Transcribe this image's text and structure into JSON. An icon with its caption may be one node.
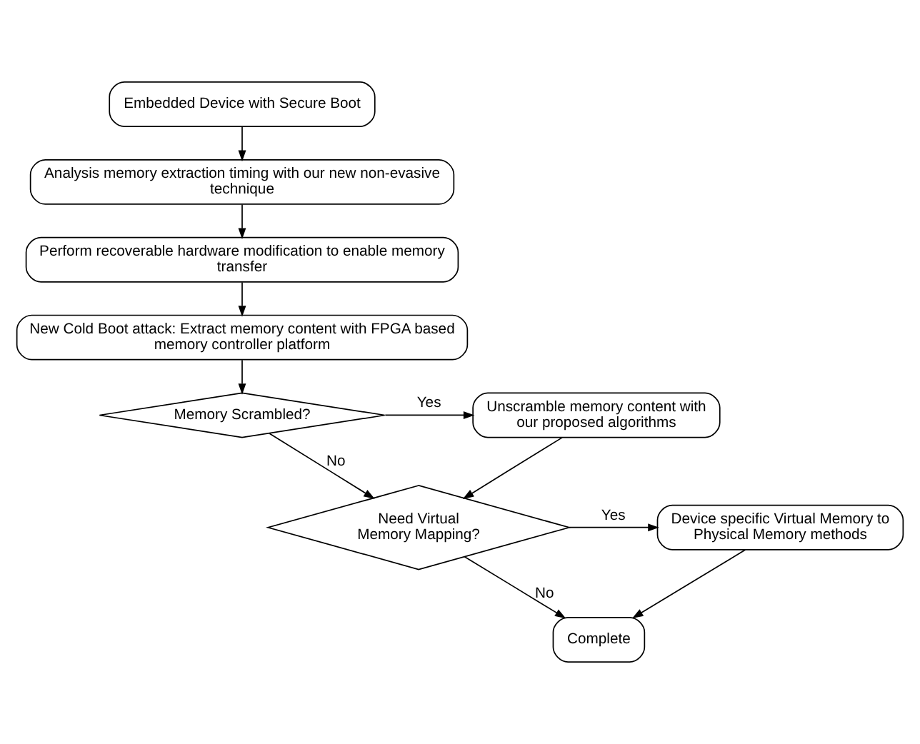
{
  "diagram": {
    "nodes": [
      {
        "text": [
          "Embedded Device with Secure Boot"
        ]
      },
      {
        "text": [
          "Analysis memory extraction timing with our new non-evasive technique"
        ]
      },
      {
        "text": [
          "Perform recoverable hardware modification to enable memory transfer"
        ]
      },
      {
        "text": [
          "New Cold Boot attack: Extract memory content with FPGA based memory controller platform"
        ]
      },
      {
        "text": [
          "Memory Scrambled?"
        ]
      },
      {
        "text": [
          "Unscramble memory content with our proposed algorithms"
        ]
      },
      {
        "text": [
          "Need Virtual Memory Mapping?"
        ]
      },
      {
        "text": [
          "Device specific Virtual Memory to Physical Memory methods"
        ]
      },
      {
        "text": [
          "Complete"
        ]
      }
    ],
    "edges": [
      {
        "from": 0,
        "to": 1,
        "arrow": "to"
      },
      {
        "from": 1,
        "to": 2,
        "arrow": "to"
      },
      {
        "from": 2,
        "to": 3,
        "arrow": "to"
      },
      {
        "from": 3,
        "to": 4,
        "arrow": "to"
      },
      {
        "from": 4,
        "to": 5,
        "arrow": "to",
        "label": "Yes"
      },
      {
        "from": 4,
        "to": 6,
        "arrow": "to",
        "label": "No"
      },
      {
        "from": 5,
        "to": 6,
        "arrow": "to"
      },
      {
        "from": 6,
        "to": 7,
        "arrow": "to",
        "label": "Yes"
      },
      {
        "from": 6,
        "to": 8,
        "arrow": "to",
        "label": "No"
      },
      {
        "from": 7,
        "to": 8,
        "arrow": "to"
      }
    ]
  }
}
